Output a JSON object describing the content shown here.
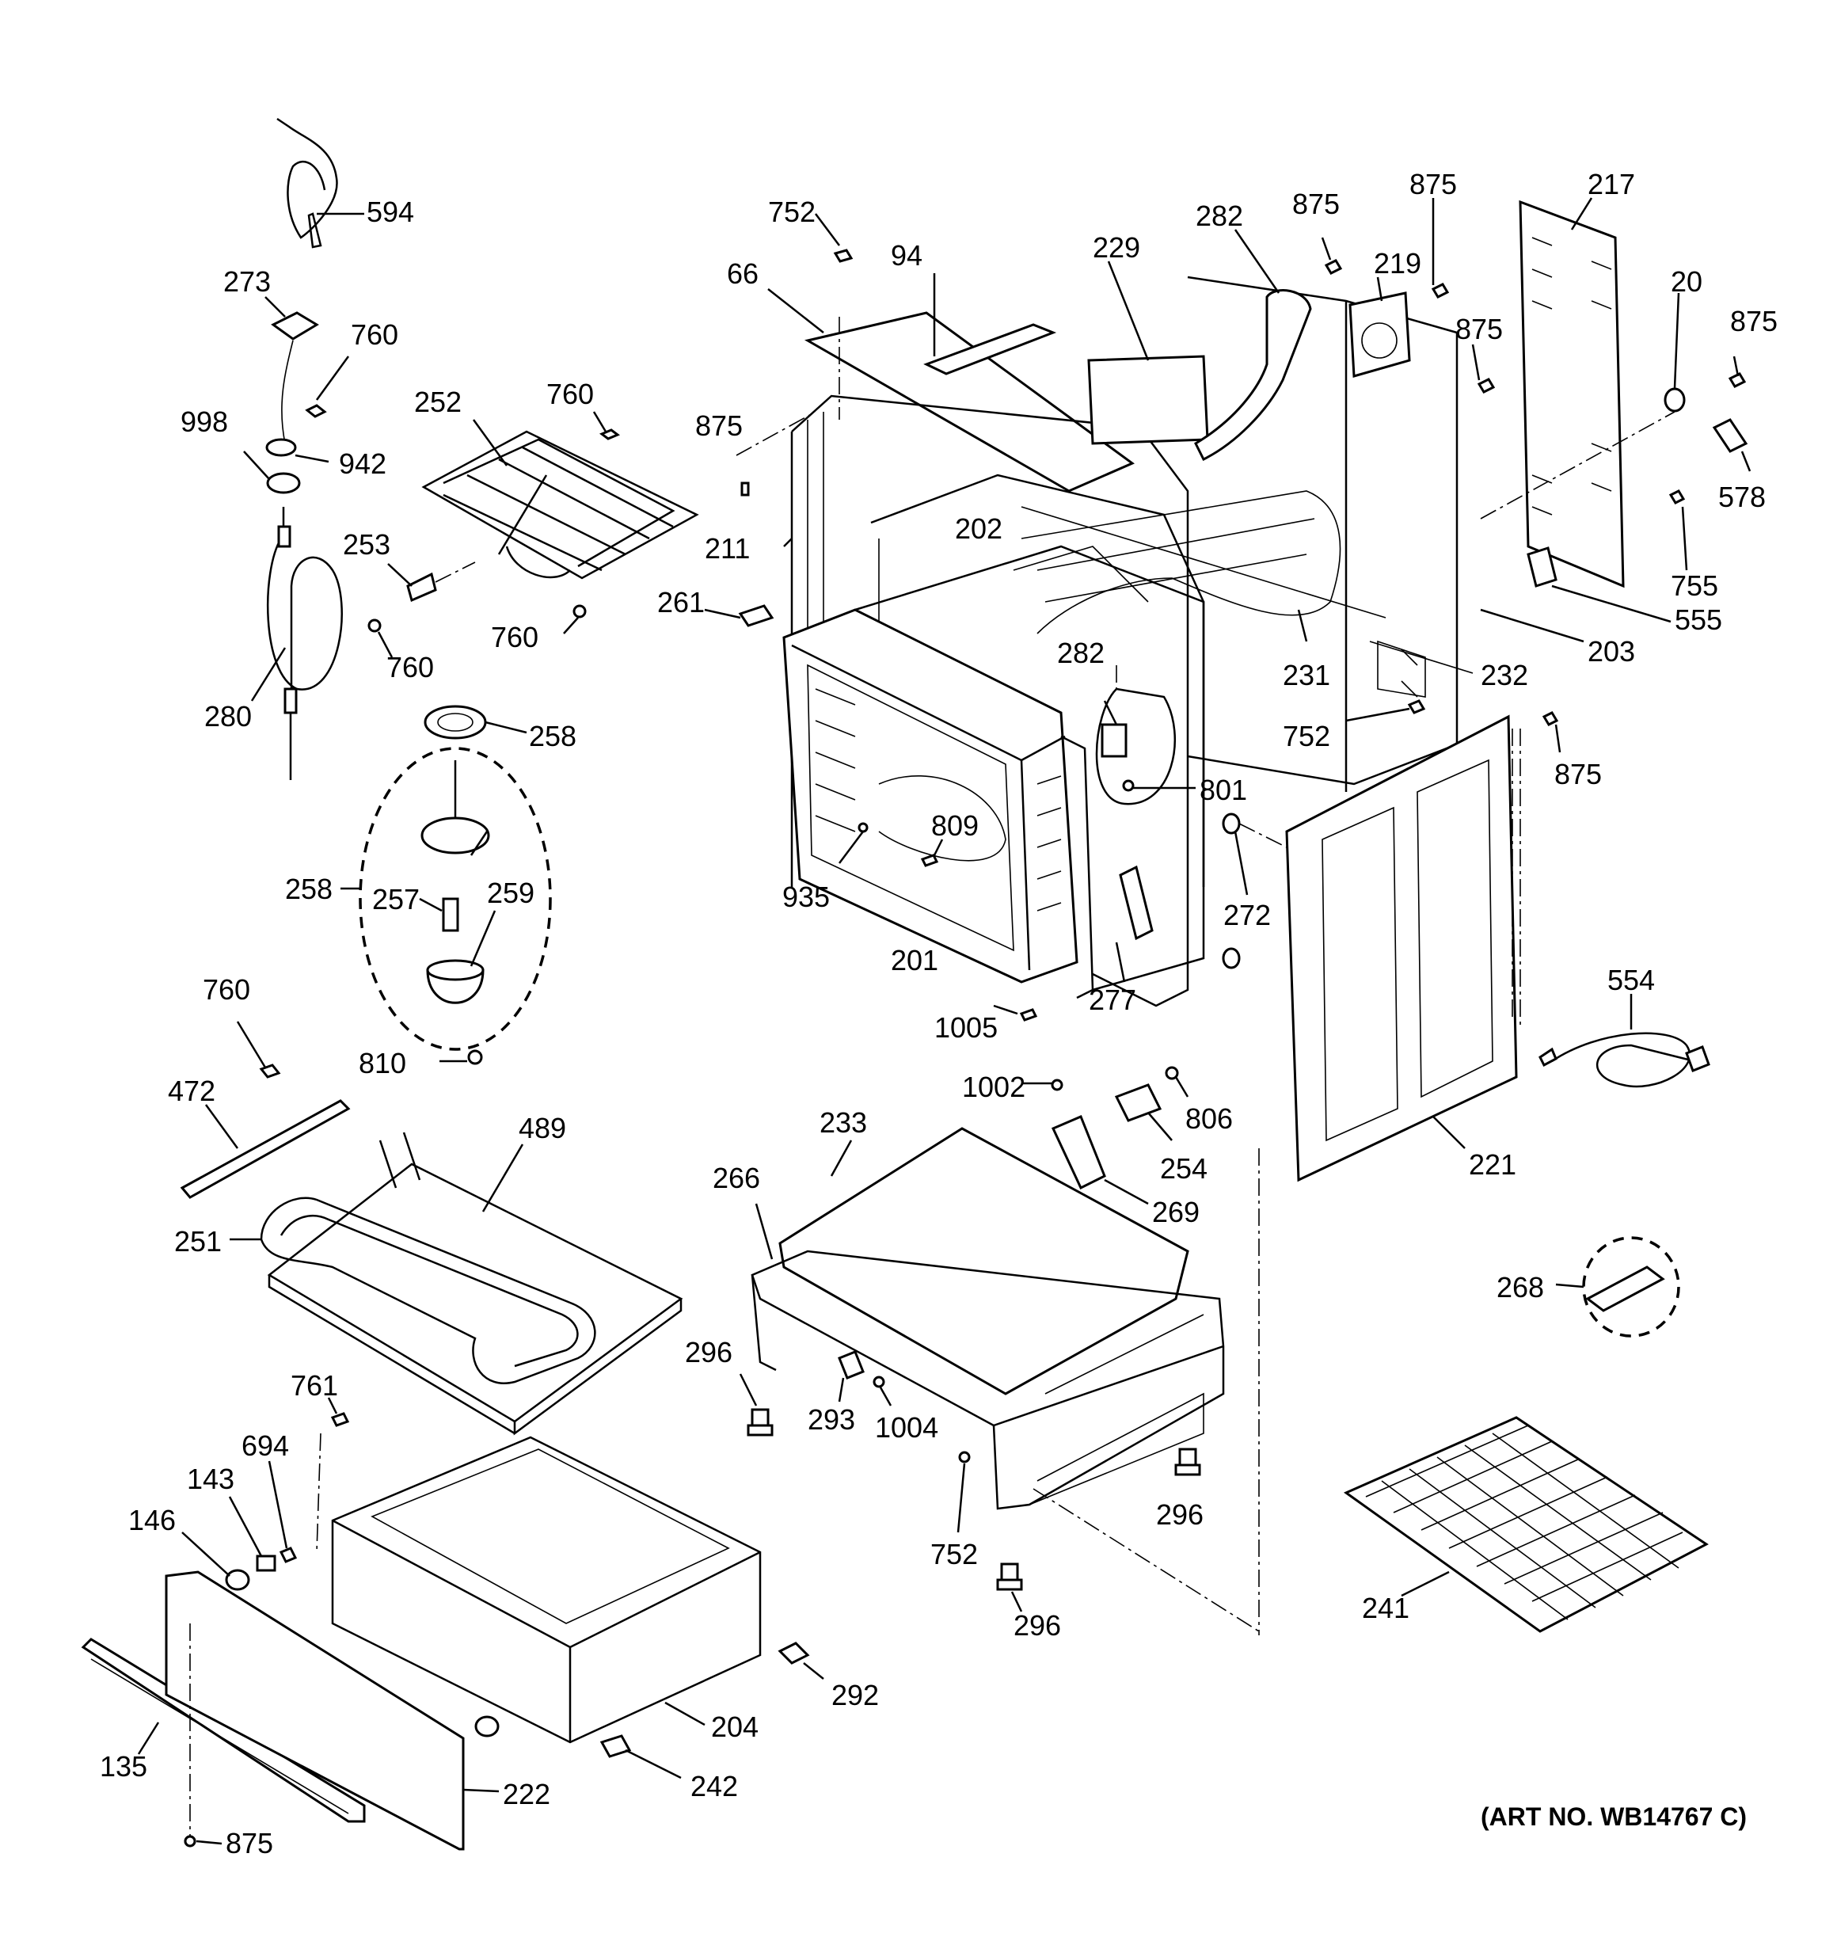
{
  "diagram": {
    "art_number": "(ART NO. WB14767 C)",
    "callouts": [
      {
        "id": "594",
        "text": "594"
      },
      {
        "id": "273",
        "text": "273"
      },
      {
        "id": "760",
        "text": "760"
      },
      {
        "id": "998",
        "text": "998"
      },
      {
        "id": "942",
        "text": "942"
      },
      {
        "id": "280",
        "text": "280"
      },
      {
        "id": "252",
        "text": "252"
      },
      {
        "id": "253",
        "text": "253"
      },
      {
        "id": "258",
        "text": "258"
      },
      {
        "id": "257",
        "text": "257"
      },
      {
        "id": "259",
        "text": "259"
      },
      {
        "id": "810",
        "text": "810"
      },
      {
        "id": "472",
        "text": "472"
      },
      {
        "id": "489",
        "text": "489"
      },
      {
        "id": "251",
        "text": "251"
      },
      {
        "id": "761",
        "text": "761"
      },
      {
        "id": "694",
        "text": "694"
      },
      {
        "id": "143",
        "text": "143"
      },
      {
        "id": "146",
        "text": "146"
      },
      {
        "id": "135",
        "text": "135"
      },
      {
        "id": "875",
        "text": "875"
      },
      {
        "id": "222",
        "text": "222"
      },
      {
        "id": "204",
        "text": "204"
      },
      {
        "id": "242",
        "text": "242"
      },
      {
        "id": "292",
        "text": "292"
      },
      {
        "id": "752",
        "text": "752"
      },
      {
        "id": "66",
        "text": "66"
      },
      {
        "id": "94",
        "text": "94"
      },
      {
        "id": "211",
        "text": "211"
      },
      {
        "id": "261",
        "text": "261"
      },
      {
        "id": "202",
        "text": "202"
      },
      {
        "id": "935",
        "text": "935"
      },
      {
        "id": "809",
        "text": "809"
      },
      {
        "id": "201",
        "text": "201"
      },
      {
        "id": "1005",
        "text": "1005"
      },
      {
        "id": "277",
        "text": "277"
      },
      {
        "id": "229",
        "text": "229"
      },
      {
        "id": "282",
        "text": "282"
      },
      {
        "id": "219",
        "text": "219"
      },
      {
        "id": "217",
        "text": "217"
      },
      {
        "id": "20",
        "text": "20"
      },
      {
        "id": "578",
        "text": "578"
      },
      {
        "id": "755",
        "text": "755"
      },
      {
        "id": "555",
        "text": "555"
      },
      {
        "id": "203",
        "text": "203"
      },
      {
        "id": "232",
        "text": "232"
      },
      {
        "id": "231",
        "text": "231"
      },
      {
        "id": "801",
        "text": "801"
      },
      {
        "id": "272",
        "text": "272"
      },
      {
        "id": "221",
        "text": "221"
      },
      {
        "id": "554",
        "text": "554"
      },
      {
        "id": "1002",
        "text": "1002"
      },
      {
        "id": "806",
        "text": "806"
      },
      {
        "id": "254",
        "text": "254"
      },
      {
        "id": "269",
        "text": "269"
      },
      {
        "id": "233",
        "text": "233"
      },
      {
        "id": "266",
        "text": "266"
      },
      {
        "id": "296",
        "text": "296"
      },
      {
        "id": "293",
        "text": "293"
      },
      {
        "id": "1004",
        "text": "1004"
      },
      {
        "id": "268",
        "text": "268"
      },
      {
        "id": "241",
        "text": "241"
      }
    ]
  }
}
